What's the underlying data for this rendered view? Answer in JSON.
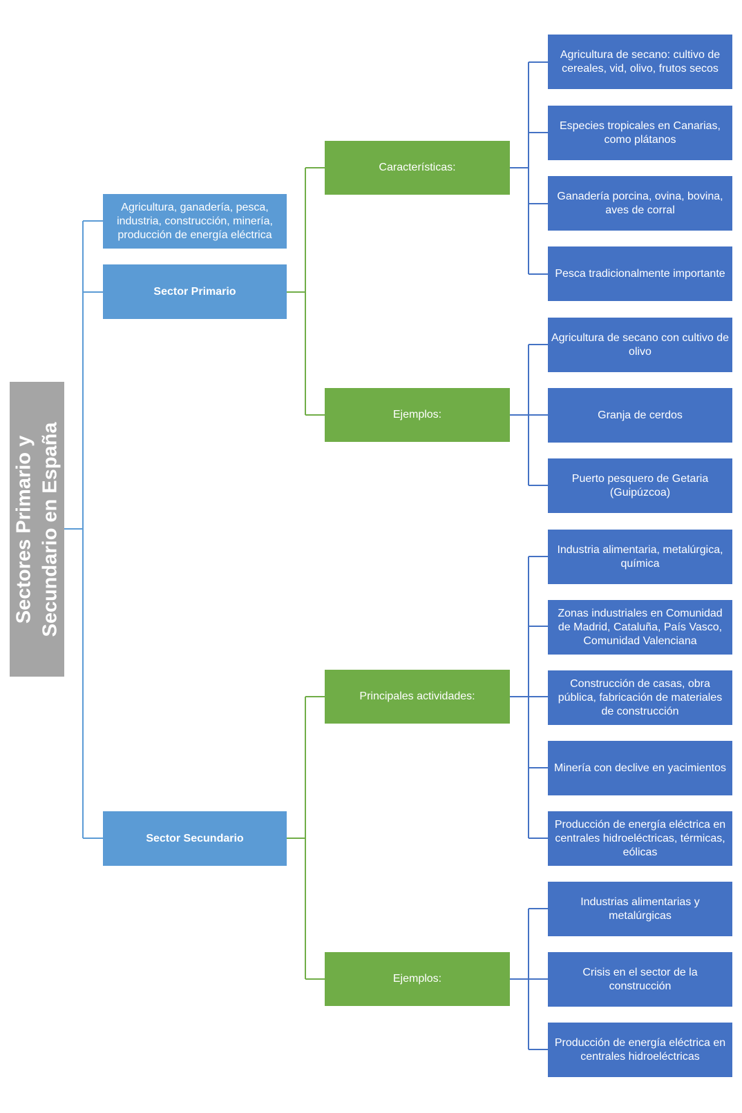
{
  "root": {
    "title_line1": "Sectores Primario y",
    "title_line2": "Secundario en España"
  },
  "summary": "Agricultura, ganadería, pesca, industria, construcción, minería, producción de energía eléctrica",
  "sectors": {
    "primario": {
      "label": "Sector Primario",
      "caracteristicas": {
        "label": "Características:",
        "items": [
          "Agricultura de secano: cultivo de cereales, vid, olivo, frutos secos",
          "Especies tropicales en Canarias, como plátanos",
          "Ganadería porcina, ovina, bovina, aves de corral",
          "Pesca tradicionalmente importante"
        ]
      },
      "ejemplos": {
        "label": "Ejemplos:",
        "items": [
          "Agricultura de secano con cultivo de olivo",
          "Granja de cerdos",
          "Puerto pesquero de Getaria (Guipúzcoa)"
        ]
      }
    },
    "secundario": {
      "label": "Sector Secundario",
      "actividades": {
        "label": "Principales actividades:",
        "items": [
          "Industria alimentaria, metalúrgica, química",
          "Zonas industriales en Comunidad de Madrid, Cataluña, País Vasco, Comunidad Valenciana",
          "Construcción de casas, obra pública, fabricación de materiales de construcción",
          "Minería con declive en yacimientos",
          "Producción de energía eléctrica en centrales hidroeléctricas, térmicas, eólicas"
        ]
      },
      "ejemplos": {
        "label": "Ejemplos:",
        "items": [
          "Industrias alimentarias y metalúrgicas",
          "Crisis en el sector de la construcción",
          "Producción de energía eléctrica en centrales hidroeléctricas"
        ]
      }
    }
  },
  "colors": {
    "root": "#a5a5a5",
    "level1": "#5b9bd5",
    "level2": "#70ad47",
    "level3": "#4472c4",
    "connector_blue": "#5b9bd5",
    "connector_green": "#70ad47",
    "connector_dark": "#4472c4"
  }
}
